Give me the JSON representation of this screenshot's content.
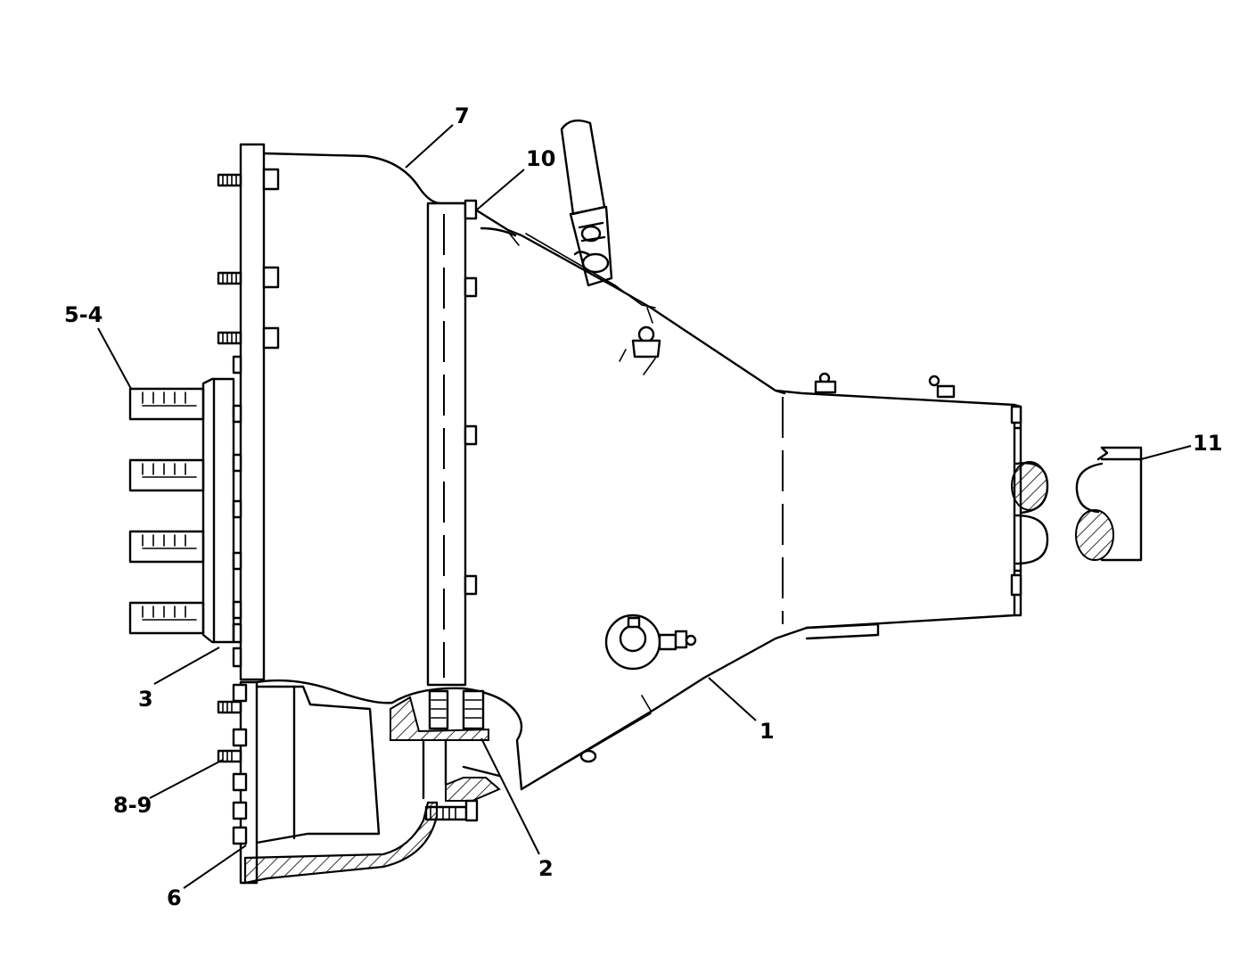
{
  "callouts": [
    {
      "id": "c1",
      "label": "1"
    },
    {
      "id": "c2",
      "label": "2"
    },
    {
      "id": "c3",
      "label": "3"
    },
    {
      "id": "c54",
      "label": "5-4"
    },
    {
      "id": "c6",
      "label": "6"
    },
    {
      "id": "c7",
      "label": "7"
    },
    {
      "id": "c89",
      "label": "8-9"
    },
    {
      "id": "c10",
      "label": "10"
    },
    {
      "id": "c11",
      "label": "11"
    }
  ]
}
